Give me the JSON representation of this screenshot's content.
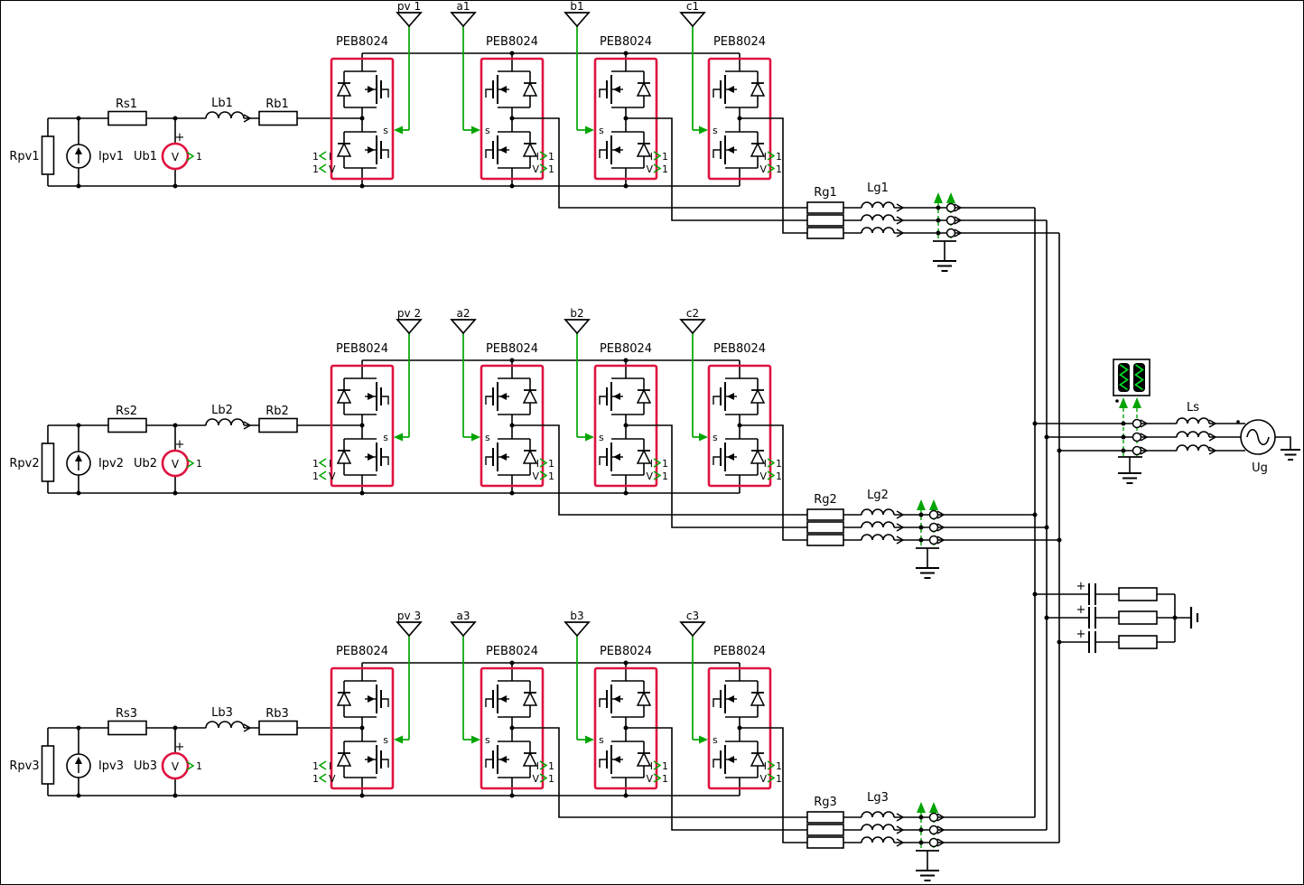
{
  "app": {
    "type": "power-electronics-circuit-schematic"
  },
  "colors": {
    "wire": "#000000",
    "module_red": "#df1240",
    "green": "#00a400",
    "scope_trace": "#00dc28",
    "background": "#ffffff"
  },
  "rows": [
    {
      "rpv": "Rpv1",
      "ipv": "Ipv1",
      "ub": "Ub1",
      "rs": "Rs1",
      "lb": "Lb1",
      "rb": "Rb1",
      "rg": "Rg1",
      "lg": "Lg1",
      "gate_connectors": [
        "pv 1",
        "a1",
        "b1",
        "c1"
      ],
      "modules": [
        "PEB8024",
        "PEB8024",
        "PEB8024",
        "PEB8024"
      ]
    },
    {
      "rpv": "Rpv2",
      "ipv": "Ipv2",
      "ub": "Ub2",
      "rs": "Rs2",
      "lb": "Lb2",
      "rb": "Rb2",
      "rg": "Rg2",
      "lg": "Lg2",
      "gate_connectors": [
        "pv 2",
        "a2",
        "b2",
        "c2"
      ],
      "modules": [
        "PEB8024",
        "PEB8024",
        "PEB8024",
        "PEB8024"
      ]
    },
    {
      "rpv": "Rpv3",
      "ipv": "Ipv3",
      "ub": "Ub3",
      "rs": "Rs3",
      "lb": "Lb3",
      "rb": "Rb3",
      "rg": "Rg3",
      "lg": "Lg3",
      "gate_connectors": [
        "pv 3",
        "a3",
        "b3",
        "c3"
      ],
      "modules": [
        "PEB8024",
        "PEB8024",
        "PEB8024",
        "PEB8024"
      ]
    }
  ],
  "module_ports": {
    "gate": "s",
    "current": "I",
    "voltage": "V",
    "index": "1"
  },
  "meter": {
    "plus": "+",
    "symbol": "V",
    "index": "1"
  },
  "grid": {
    "inductor": "Ls",
    "source": "Ug"
  },
  "capacitor_bank": {
    "polarity": "+"
  }
}
